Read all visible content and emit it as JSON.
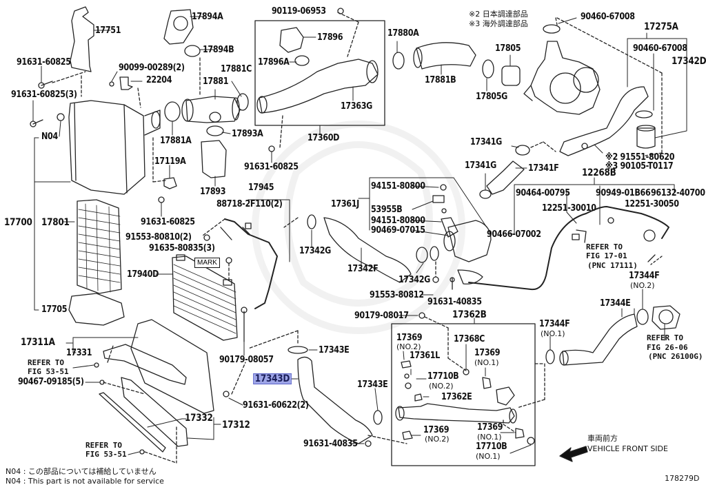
{
  "diagram": {
    "figure_id": "178279D",
    "highlighted_part": "17343D",
    "highlight_color": "#9fa6e8",
    "legend": {
      "mark2_jp": "※2 日本調達部品",
      "mark3_jp": "※3 海外調達部品"
    },
    "footnotes": {
      "jp": "N04 : この部品については補給していません",
      "en": "N04 : This part is not available for service"
    },
    "direction": {
      "jp": "車両前方",
      "en": "VEHICLE FRONT SIDE"
    },
    "mark_label": "MARK",
    "labels": {
      "p17751": "17751",
      "p17894A": "17894A",
      "p17894B": "17894B",
      "p91631_60825_a": "91631-60825",
      "p90099": "90099-00289(2)",
      "p22204": "22204",
      "p91631_60825_3": "91631-60825(3)",
      "pN04": "N04",
      "p17881C": "17881C",
      "p17881": "17881",
      "p17881A": "17881A",
      "p17893A": "17893A",
      "p17119A": "17119A",
      "p17893": "17893",
      "p91631_60825_b": "91631-60825",
      "p90119": "90119-06953",
      "p17896": "17896",
      "p17896A": "17896A",
      "p17363G": "17363G",
      "p17360D": "17360D",
      "p91631_60825_c": "91631-60825",
      "p17880A": "17880A",
      "p17881B": "17881B",
      "p17805": "17805",
      "p17805G": "17805G",
      "p90460_a": "90460-67008",
      "p17275A": "17275A",
      "p90460_b": "90460-67008",
      "p17342D": "17342D",
      "p91551_80620": "※2 91551-80620",
      "p90105": "※3 90105-T0117",
      "p17341G_a": "17341G",
      "p17341G_b": "17341G",
      "p17341F": "17341F",
      "p12268B": "12268B",
      "p90464": "90464-00795",
      "p12251_30010": "12251-30010",
      "p90949": "90949-01B66",
      "p96132": "96132-40700",
      "p12251_30050": "12251-30050",
      "p90466": "90466-07002",
      "refer_17_01_a": "REFER TO",
      "refer_17_01_b": "FIG 17-01",
      "refer_17_01_c": "(PNC 17111)",
      "p17344F_2": "17344F",
      "p17344F_2_sub": "(NO.2)",
      "p17344E": "17344E",
      "refer_26_06_a": "REFER TO",
      "refer_26_06_b": "FIG 26-06",
      "refer_26_06_c": "(PNC 26100G)",
      "p17344F_1": "17344F",
      "p17344F_1_sub": "(NO.1)",
      "p17700": "17700",
      "p17801": "17801",
      "p17705": "17705",
      "p17945": "17945",
      "p88718": "88718-2F110(2)",
      "p91553_80810": "91553-80810(2)",
      "p91635": "91635-80835(3)",
      "p17940D": "17940D",
      "p17361J": "17361J",
      "p94151_a": "94151-80800",
      "p53955B": "53955B",
      "p94151_b": "94151-80800",
      "p90469": "90469-07015",
      "p17342G_a": "17342G",
      "p17342F": "17342F",
      "p17342G_b": "17342G",
      "p91553_80812": "91553-80812",
      "p91631_40835_a": "91631-40835",
      "p90179_08017": "90179-08017",
      "p17362B": "17362B",
      "p17311A": "17311A",
      "p17331": "17331",
      "refer_53_51_a1": "REFER TO",
      "refer_53_51_a2": "FIG 53-51",
      "p90467": "90467-09185(5)",
      "p90179_08057": "90179-08057",
      "p17343E_a": "17343E",
      "p17343D": "17343D",
      "p91631_60622": "91631-60622(2)",
      "p17343E_b": "17343E",
      "p91631_40835_b": "91631-40835",
      "p17332": "17332",
      "p17312": "17312",
      "refer_53_51_b1": "REFER TO",
      "refer_53_51_b2": "FIG 53-51",
      "p17369_2a": "17369",
      "p17369_2a_sub": "(NO.2)",
      "p17361L": "17361L",
      "p17710B_2": "17710B",
      "p17710B_2_sub": "(NO.2)",
      "p17362E": "17362E",
      "p17368C": "17368C",
      "p17369_1a": "17369",
      "p17369_1a_sub": "(NO.1)",
      "p17369_2b": "17369",
      "p17369_2b_sub": "(NO.2)",
      "p17369_1b": "17369",
      "p17369_1b_sub": "(NO.1)",
      "p17710B_1": "17710B",
      "p17710B_1_sub": "(NO.1)"
    }
  }
}
